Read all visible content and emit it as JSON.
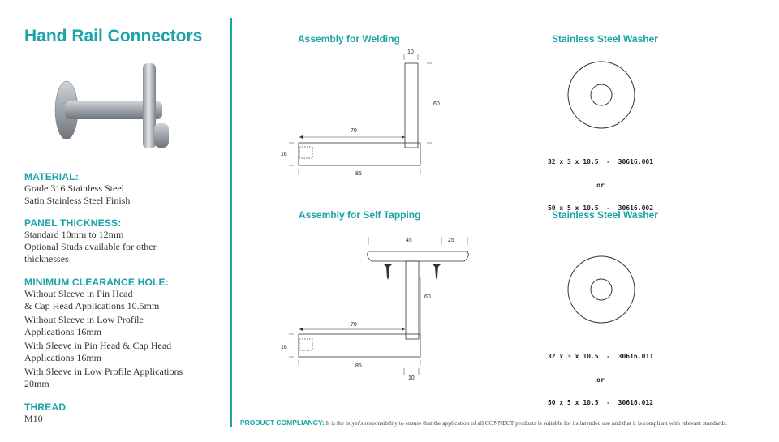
{
  "title": "Hand Rail Connectors",
  "sections": {
    "material": {
      "heading": "MATERIAL:",
      "lines": [
        "Grade 316 Stainless Steel",
        "Satin Stainless Steel Finish"
      ]
    },
    "panel": {
      "heading": "PANEL THICKNESS:",
      "lines": [
        "Standard 10mm to 12mm",
        "Optional Studs available for other",
        "thicknesses"
      ]
    },
    "clearance": {
      "heading": "MINIMUM CLEARANCE HOLE:",
      "lines": [
        "Without Sleeve in Pin Head",
        "& Cap Head Applications 10.5mm",
        "Without Sleeve in Low Profile",
        "Applications 16mm",
        "With Sleeve in Pin Head & Cap Head",
        "Applications 16mm",
        "With Sleeve in Low Profile Applications",
        "20mm"
      ]
    },
    "thread": {
      "heading": "THREAD",
      "lines": [
        "M10"
      ]
    }
  },
  "diagrams": {
    "welding": {
      "title": "Assembly for Welding",
      "dims": {
        "top": "10",
        "height": "60",
        "arm": "70",
        "depth": "16",
        "length": "85"
      }
    },
    "tapping": {
      "title": "Assembly for Self Tapping",
      "dims": {
        "plate": "45",
        "lip": "25",
        "height": "60",
        "arm": "70",
        "depth": "16",
        "length": "85",
        "bottom": "10"
      }
    },
    "washer1": {
      "title": "Stainless Steel Washer",
      "lines": [
        "32 x 3 x 10.5  -  30616.001",
        "or",
        "50 x 5 x 10.5  -  30616.002"
      ]
    },
    "washer2": {
      "title": "Stainless Steel Washer",
      "lines": [
        "32 x 3 x 10.5  -  30616.011",
        "or",
        "50 x 5 x 10.5  -  30616.012"
      ]
    }
  },
  "compliance": {
    "label": "PRODUCT COMPLIANCY:",
    "text": " It is the buyer's responsibility to ensure that the application of all CONNECT products is suitable for its intended use and that it is compliant with relevant standards."
  },
  "colors": {
    "accent": "#1aa3a8",
    "text": "#222222"
  }
}
